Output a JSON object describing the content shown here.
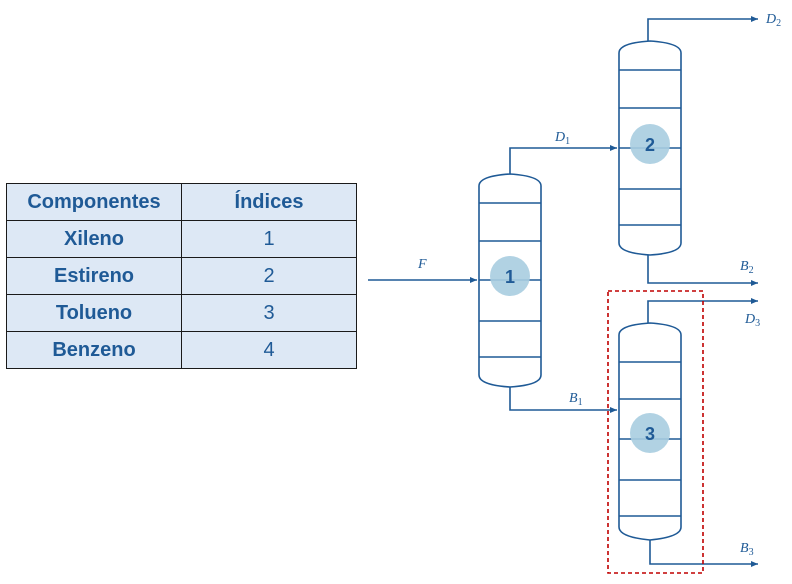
{
  "table": {
    "headers": [
      "Componentes",
      "Índices"
    ],
    "rows": [
      {
        "component": "Xileno",
        "index": "1"
      },
      {
        "component": "Estireno",
        "index": "2"
      },
      {
        "component": "Tolueno",
        "index": "3"
      },
      {
        "component": "Benzeno",
        "index": "4"
      }
    ]
  },
  "streams": {
    "feed": "F",
    "d1": {
      "letter": "D",
      "sub": "1"
    },
    "b1": {
      "letter": "B",
      "sub": "1"
    },
    "d2": {
      "letter": "D",
      "sub": "2"
    },
    "b2": {
      "letter": "B",
      "sub": "2"
    },
    "d3": {
      "letter": "D",
      "sub": "3"
    },
    "b3": {
      "letter": "B",
      "sub": "3"
    }
  },
  "columns": {
    "c1": "1",
    "c2": "2",
    "c3": "3"
  },
  "colors": {
    "line": "#1f5a96",
    "badge": "#a9cde0",
    "highlight_box": "#c00000",
    "table_fill": "#dde8f5"
  }
}
